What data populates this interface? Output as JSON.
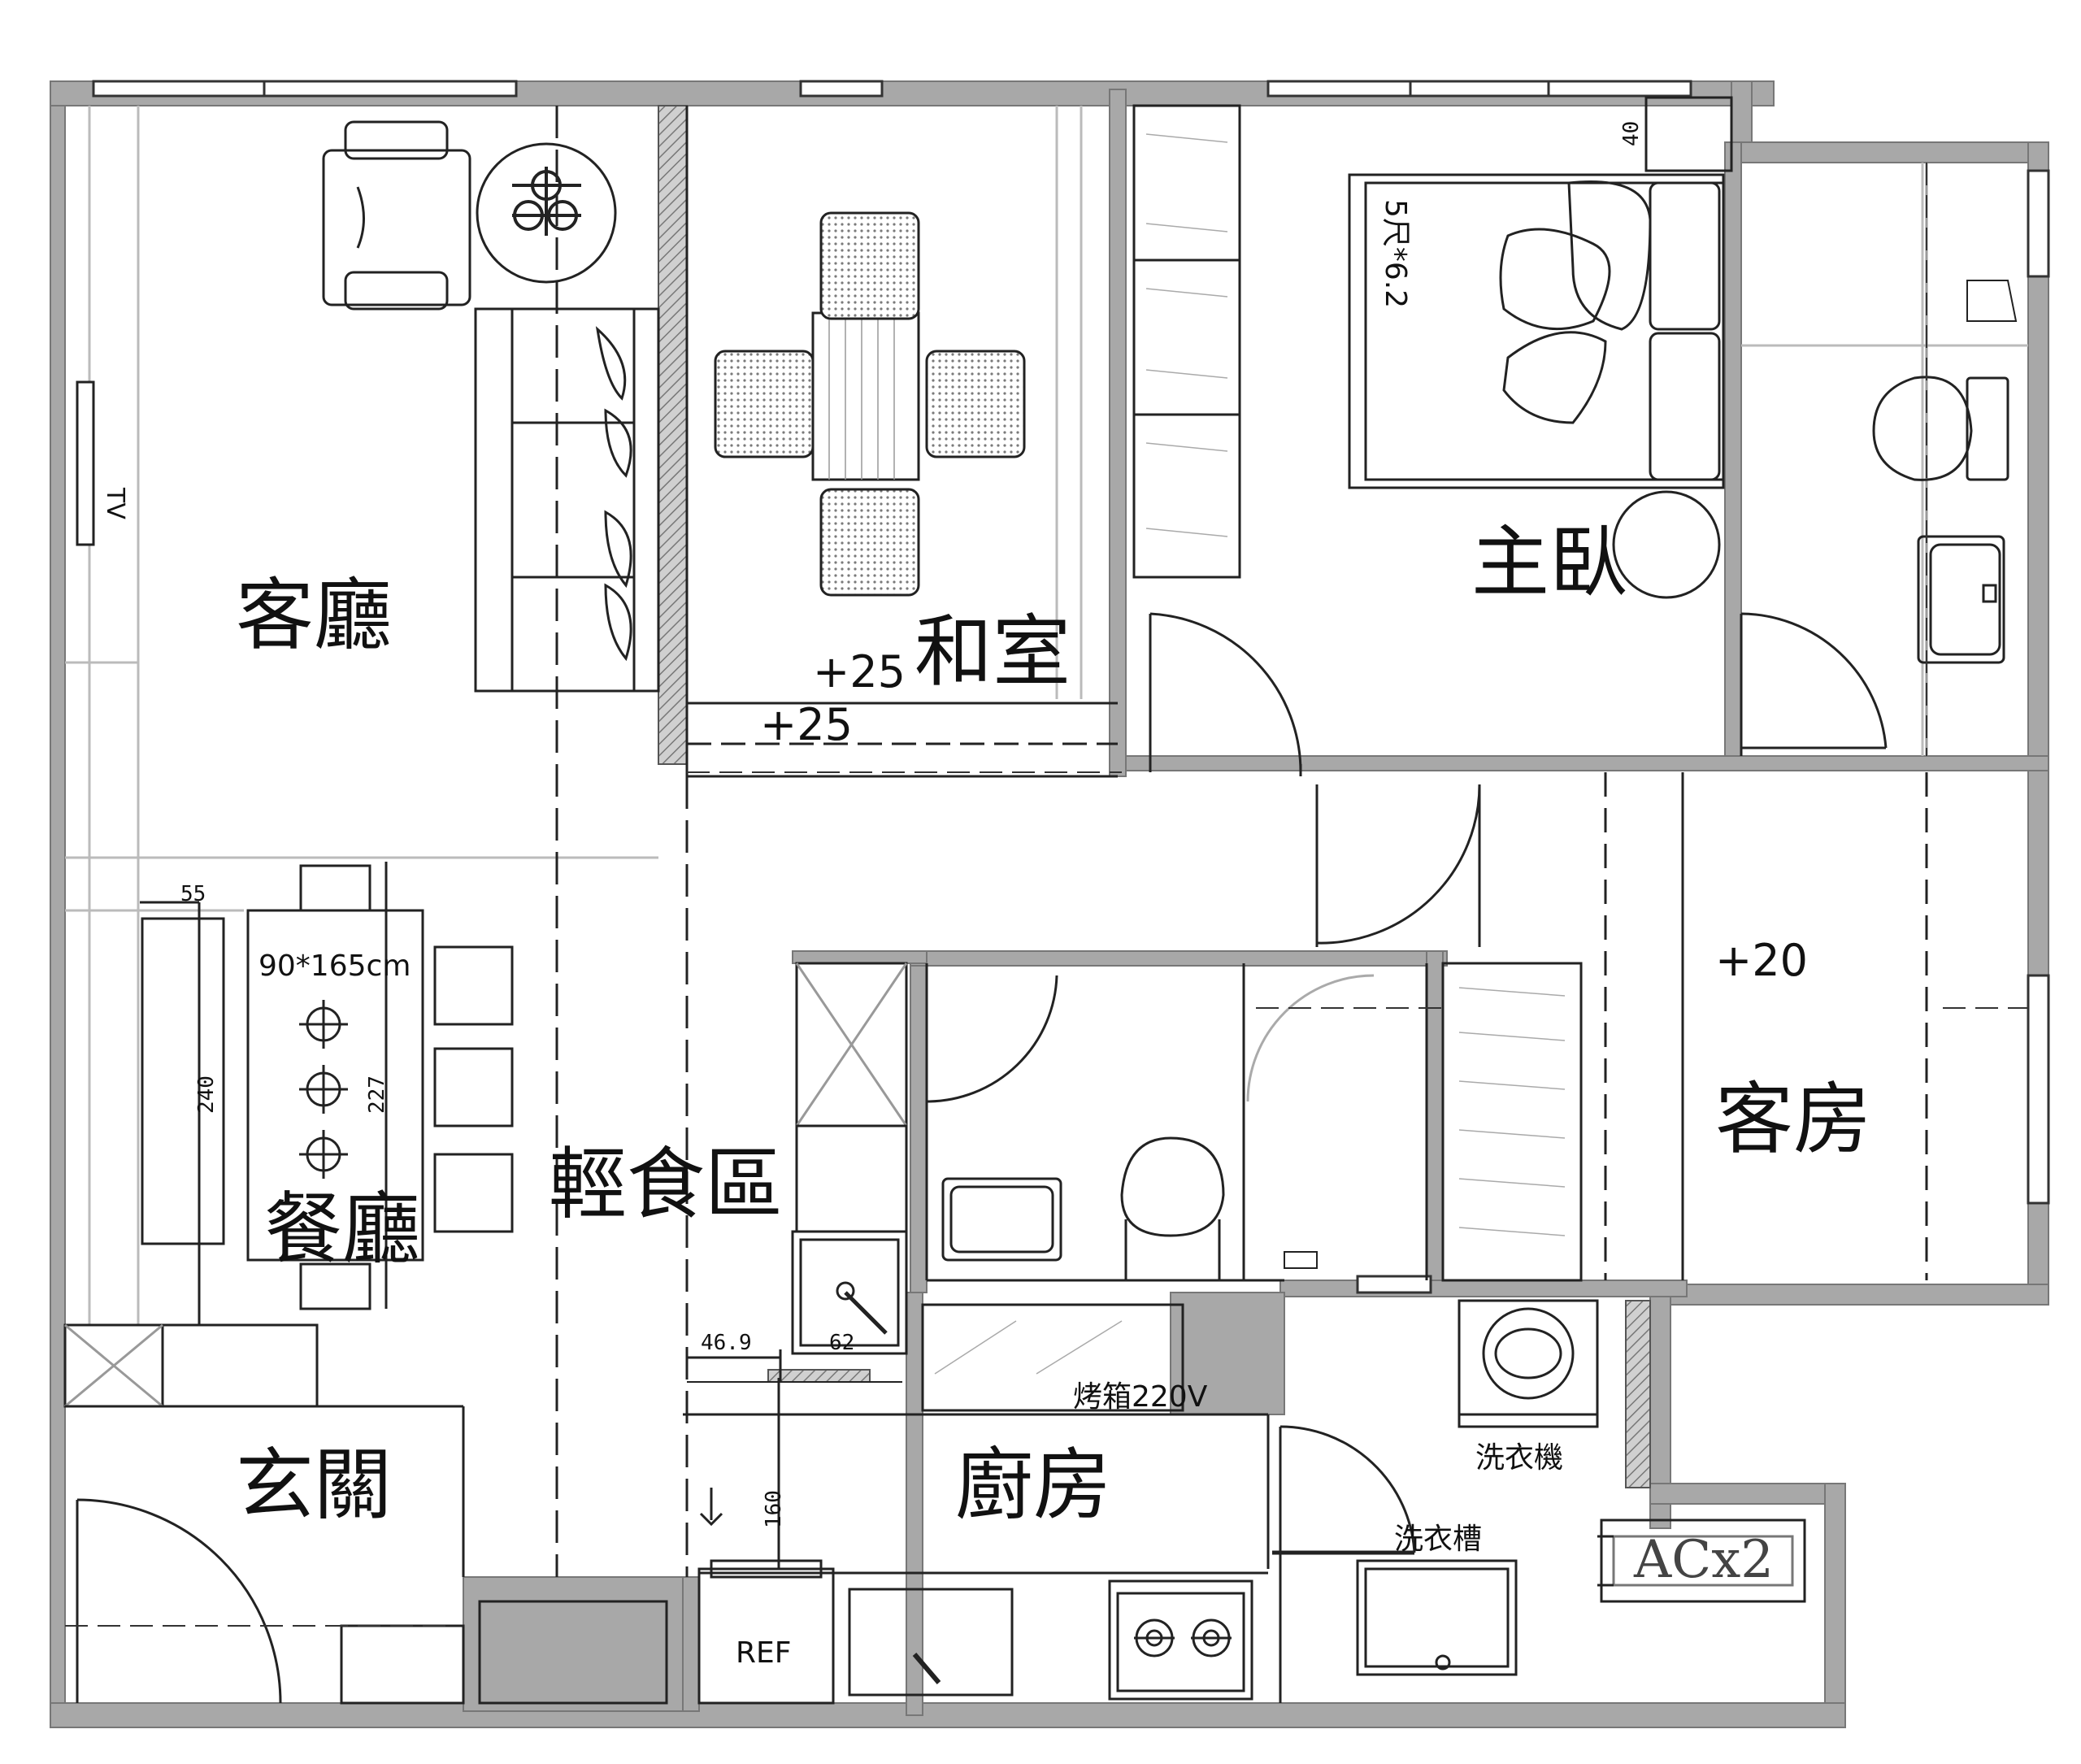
{
  "rooms": {
    "living": "客廳",
    "washitsu": "和室",
    "master_bedroom": "主臥",
    "guest_room": "客房",
    "dining": "餐廳",
    "snack_area": "輕食區",
    "entrance": "玄關",
    "kitchen": "廚房"
  },
  "level_marks": {
    "washitsu_inner": "+25",
    "washitsu_step": "+25",
    "guest_room": "+20"
  },
  "dimensions": {
    "wardrobe_depth": "40",
    "bed_size": "5尺*6.2",
    "table_size": "90*165cm",
    "tv_width": "55",
    "tv_length": "240",
    "table_length": "227",
    "counter_a": "46.9",
    "counter_b": "62",
    "fridge_depth": "160"
  },
  "fixtures": {
    "oven": "烤箱220V",
    "washing_machine": "洗衣機",
    "laundry_sink": "洗衣槽",
    "fridge": "REF",
    "ac": "ACx2",
    "tv": "TV"
  },
  "colors": {
    "wall": "#a8a8a8",
    "line": "#222222",
    "light_line": "#bdbdbd",
    "pattern": "#8a8a8a"
  }
}
